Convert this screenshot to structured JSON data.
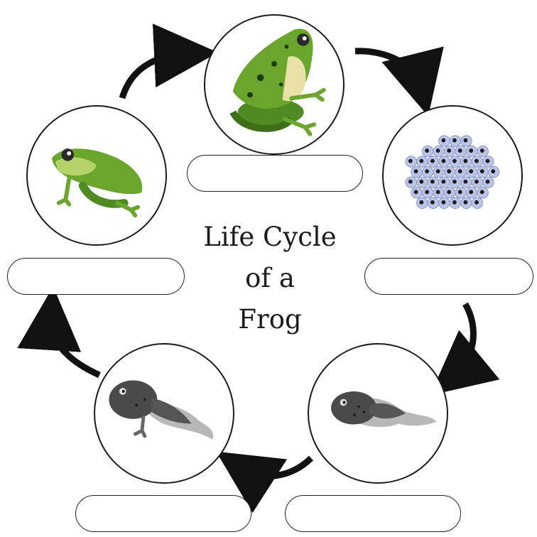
{
  "title": {
    "line1": "Life Cycle",
    "line2": "of a",
    "line3": "Frog"
  },
  "stages": [
    {
      "icon": "adult-frog-icon",
      "label": ""
    },
    {
      "icon": "frog-eggs-icon",
      "label": ""
    },
    {
      "icon": "tadpole-icon",
      "label": ""
    },
    {
      "icon": "tadpole-with-legs-icon",
      "label": ""
    },
    {
      "icon": "froglet-icon",
      "label": ""
    }
  ],
  "colors": {
    "frog_green": "#6aa62e",
    "frog_light": "#b5d36a",
    "tadpole_dark": "#4a4a4a",
    "tadpole_shadow": "#9a9a9a",
    "egg_blue": "#b9c4e6",
    "arrow": "#111111"
  }
}
